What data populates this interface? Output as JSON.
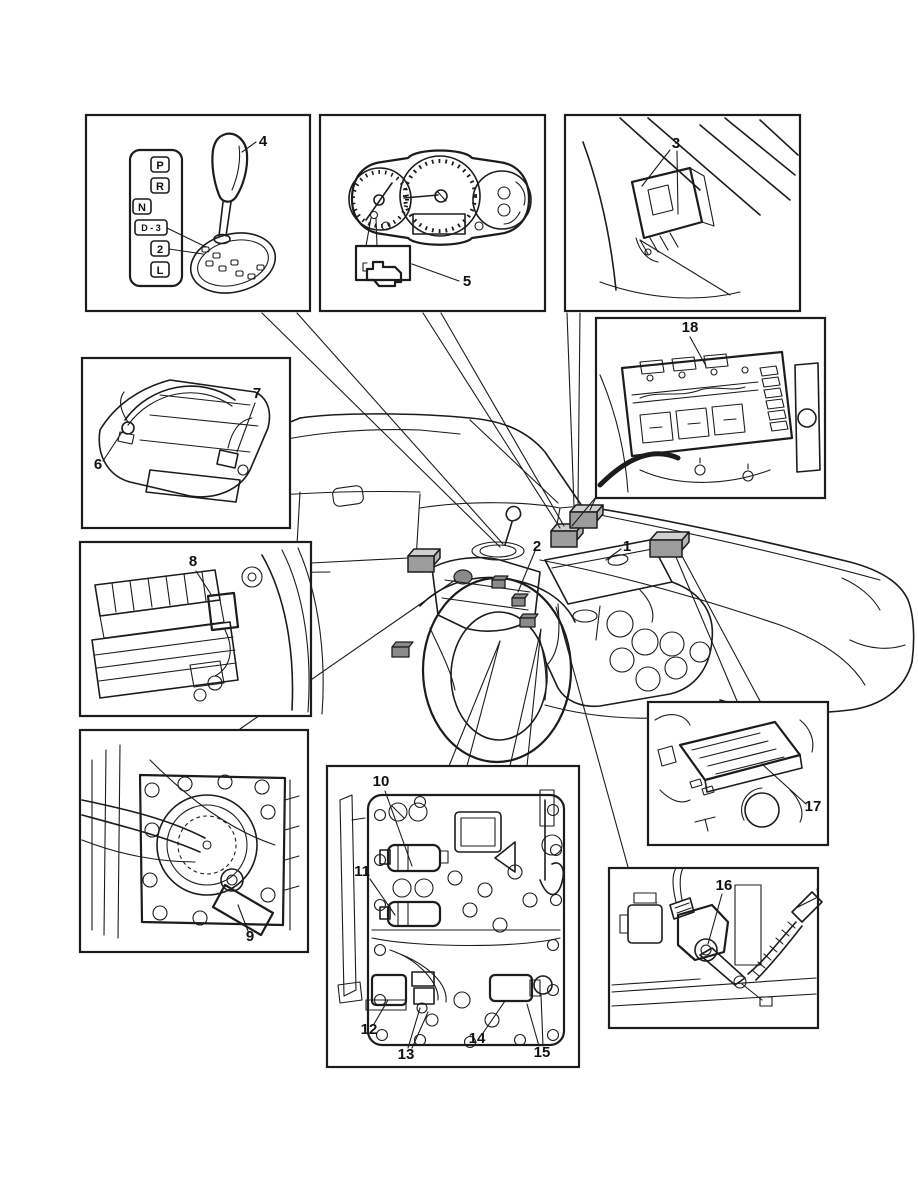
{
  "palette": {
    "line": "#1c1c1c",
    "paper": "#ffffff",
    "connector_gray": "#9c9c9c",
    "connector_gray_top": "#cfcfcf",
    "connector_dark": "#8a8a8a"
  },
  "shift_gate": {
    "p": "P",
    "r": "R",
    "n": "N",
    "d3": "D - 3",
    "two": "2",
    "l": "L"
  },
  "callouts": {
    "c1": "1",
    "c2": "2",
    "c3": "3",
    "c4": "4",
    "c5": "5",
    "c6": "6",
    "c7": "7",
    "c8": "8",
    "c9": "9",
    "c10": "10",
    "c11": "11",
    "c12": "12",
    "c13": "13",
    "c14": "14",
    "c15": "15",
    "c16": "16",
    "c17": "17",
    "c18": "18"
  }
}
